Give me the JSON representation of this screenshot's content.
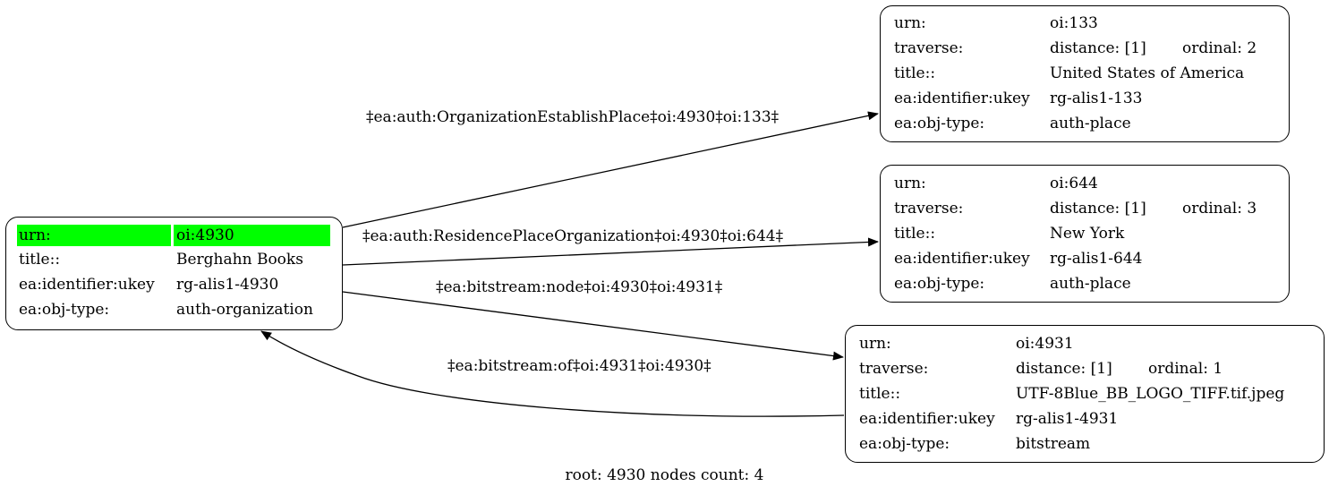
{
  "nodes": {
    "root": {
      "urn_key": "urn:",
      "urn_val": "oi:4930",
      "title_key": "title::",
      "title_val": "Berghahn Books",
      "ukey_key": "ea:identifier:ukey",
      "ukey_val": "rg-alis1-4930",
      "type_key": "ea:obj-type:",
      "type_val": "auth-organization",
      "highlight_color": "#00ff00"
    },
    "n133": {
      "urn_key": "urn:",
      "urn_val": "oi:133",
      "traverse_key": "traverse:",
      "distance": "distance: [1]",
      "ordinal": "ordinal: 2",
      "title_key": "title::",
      "title_val": "United States of America",
      "ukey_key": "ea:identifier:ukey",
      "ukey_val": "rg-alis1-133",
      "type_key": "ea:obj-type:",
      "type_val": "auth-place"
    },
    "n644": {
      "urn_key": "urn:",
      "urn_val": "oi:644",
      "traverse_key": "traverse:",
      "distance": "distance: [1]",
      "ordinal": "ordinal: 3",
      "title_key": "title::",
      "title_val": "New York",
      "ukey_key": "ea:identifier:ukey",
      "ukey_val": "rg-alis1-644",
      "type_key": "ea:obj-type:",
      "type_val": "auth-place"
    },
    "n4931": {
      "urn_key": "urn:",
      "urn_val": "oi:4931",
      "traverse_key": "traverse:",
      "distance": "distance: [1]",
      "ordinal": "ordinal: 1",
      "title_key": "title::",
      "title_val": "UTF-8Blue_BB_LOGO_TIFF.tif.jpeg",
      "ukey_key": "ea:identifier:ukey",
      "ukey_val": "rg-alis1-4931",
      "type_key": "ea:obj-type:",
      "type_val": "bitstream"
    }
  },
  "edges": {
    "e1": "‡ea:auth:OrganizationEstablishPlace‡oi:4930‡oi:133‡",
    "e2": "‡ea:auth:ResidencePlaceOrganization‡oi:4930‡oi:644‡",
    "e3": "‡ea:bitstream:node‡oi:4930‡oi:4931‡",
    "e4": "‡ea:bitstream:of‡oi:4931‡oi:4930‡"
  },
  "footer": "root: 4930 nodes count: 4"
}
